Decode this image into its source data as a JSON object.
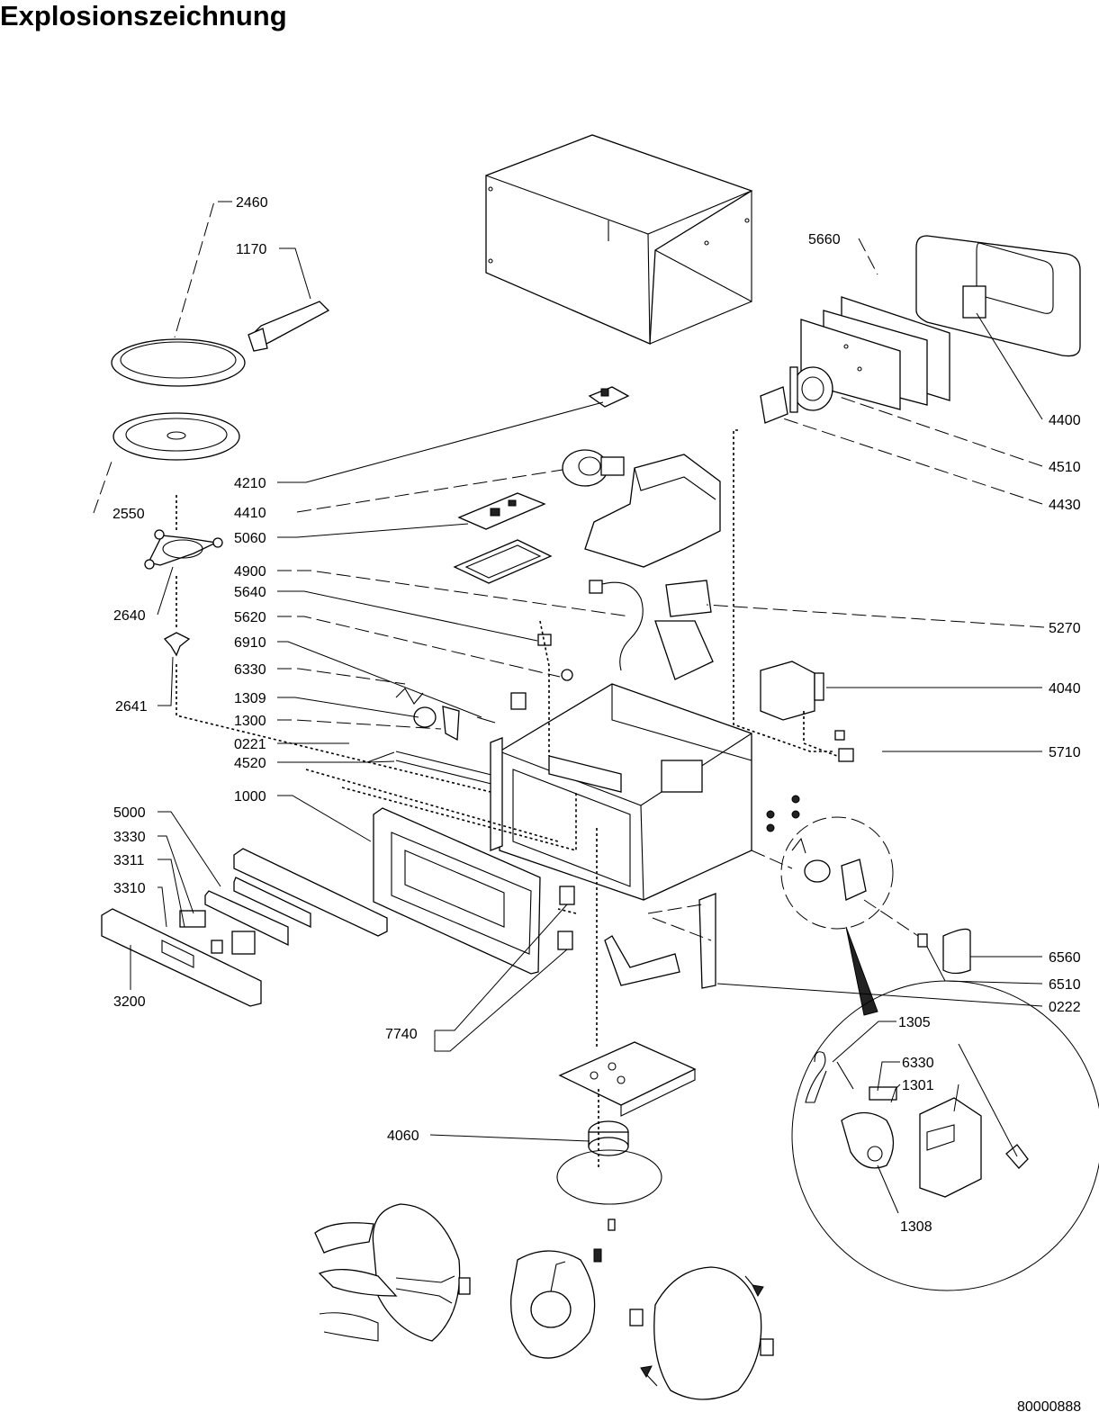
{
  "title": "Explosionszeichnung",
  "document_number": "80000888",
  "part_numbers": {
    "p2460": "2460",
    "p1170": "1170",
    "p5660": "5660",
    "p4400": "4400",
    "p4510": "4510",
    "p4430": "4430",
    "p4210": "4210",
    "p4410": "4410",
    "p2550": "2550",
    "p5060": "5060",
    "p4900": "4900",
    "p5640": "5640",
    "p2640": "2640",
    "p5620": "5620",
    "p5270": "5270",
    "p6910": "6910",
    "p6330": "6330",
    "p4040": "4040",
    "p1309": "1309",
    "p2641": "2641",
    "p1300": "1300",
    "p0221": "0221",
    "p5710": "5710",
    "p4520": "4520",
    "p1000": "1000",
    "p5000": "5000",
    "p3330": "3330",
    "p3311": "3311",
    "p3310": "3310",
    "p3200": "3200",
    "p6560": "6560",
    "p6510": "6510",
    "p0222": "0222",
    "p7740": "7740",
    "p1305": "1305",
    "p6330b": "6330",
    "p1301": "1301",
    "p4060": "4060",
    "p1308": "1308"
  }
}
